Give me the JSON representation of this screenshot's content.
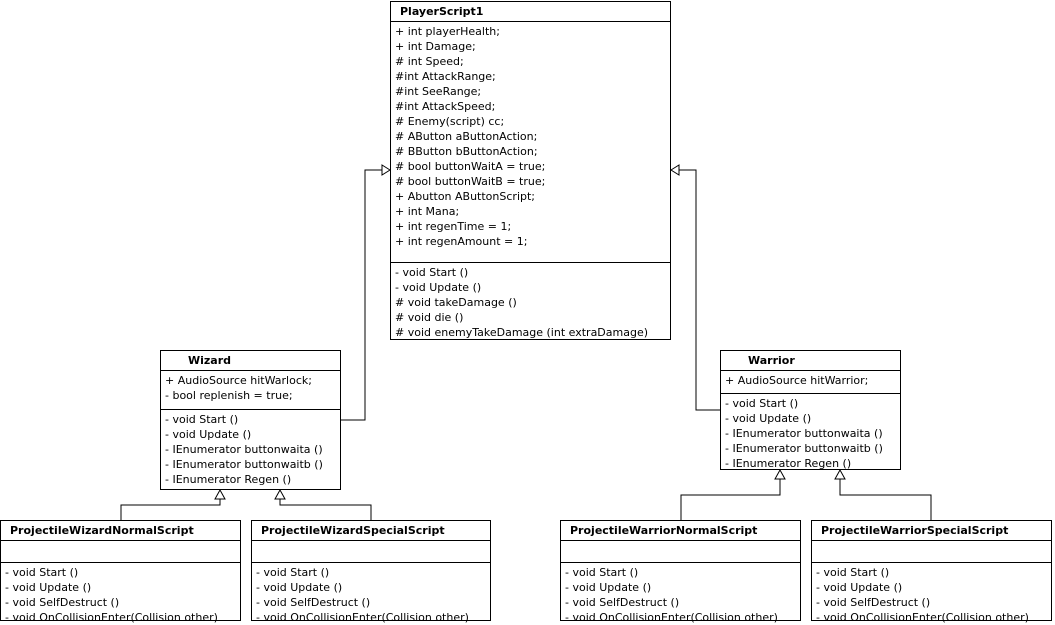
{
  "classes": {
    "player": {
      "name": "PlayerScript1",
      "attributes": [
        "+ int playerHealth;",
        "+ int Damage;",
        "# int Speed;",
        "#int AttackRange;",
        "#int SeeRange;",
        "#int AttackSpeed;",
        "# Enemy(script) cc;",
        "# AButton aButtonAction;",
        "# BButton bButtonAction;",
        "# bool buttonWaitA = true;",
        "# bool buttonWaitB = true;",
        "+ Abutton AButtonScript;",
        "+ int Mana;",
        "+ int regenTime = 1;",
        "+ int regenAmount = 1;"
      ],
      "operations": [
        "- void Start ()",
        "- void Update ()",
        "# void takeDamage ()",
        "# void die ()",
        "# void enemyTakeDamage (int extraDamage)"
      ]
    },
    "wizard": {
      "name": "Wizard",
      "attributes": [
        "+ AudioSource hitWarlock;",
        "- bool replenish = true;"
      ],
      "operations": [
        "- void Start ()",
        "- void Update ()",
        "- IEnumerator buttonwaita ()",
        "- IEnumerator buttonwaitb ()",
        "- IEnumerator Regen ()"
      ]
    },
    "warrior": {
      "name": "Warrior",
      "attributes": [
        "+ AudioSource hitWarrior;"
      ],
      "operations": [
        "- void Start ()",
        "- void Update ()",
        "- IEnumerator buttonwaita ()",
        "- IEnumerator buttonwaitb ()",
        "- IEnumerator Regen ()"
      ]
    },
    "pwn": {
      "name": "ProjectileWizardNormalScript",
      "attributes": [],
      "operations": [
        "- void Start ()",
        "- void Update ()",
        "- void SelfDestruct ()",
        "- void OnCollisionEnter(Collision other)"
      ]
    },
    "pws": {
      "name": "ProjectileWizardSpecialScript",
      "attributes": [],
      "operations": [
        "- void Start ()",
        "- void Update ()",
        "- void SelfDestruct ()",
        "- void OnCollisionEnter(Collision other)"
      ]
    },
    "pwrn": {
      "name": "ProjectileWarriorNormalScript",
      "attributes": [],
      "operations": [
        "- void Start ()",
        "- void Update ()",
        "- void SelfDestruct ()",
        "- void OnCollisionEnter(Collision other)"
      ]
    },
    "pwrs": {
      "name": "ProjectileWarriorSpecialScript",
      "attributes": [],
      "operations": [
        "- void Start ()",
        "- void Update ()",
        "- void SelfDestruct ()",
        "- void OnCollisionEnter(Collision other)"
      ]
    }
  }
}
